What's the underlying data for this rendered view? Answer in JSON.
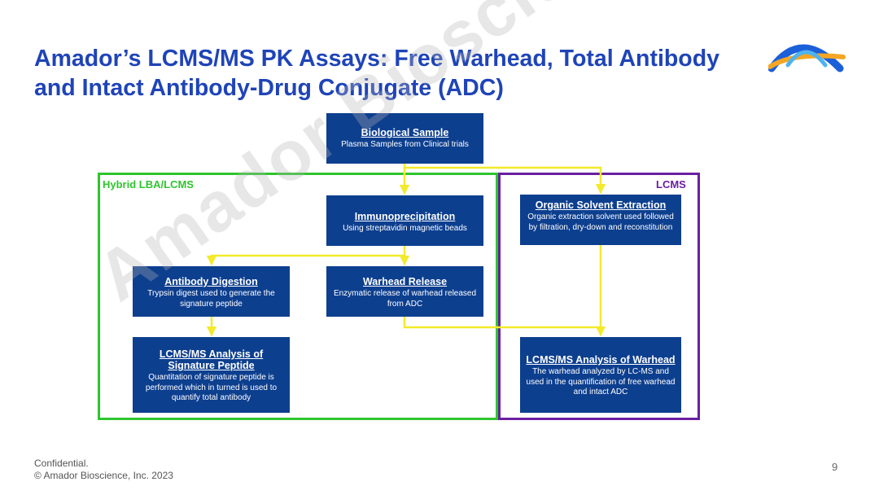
{
  "slide": {
    "title": "Amador’s LCMS/MS PK Assays: Free Warhead, Total Antibody and Intact Antibody-Drug Conjugate (ADC)",
    "logo_icon": "arch-logo-icon",
    "watermark": "Amador Bioscience",
    "footer_confidential": "Confidential.",
    "footer_copyright": "© Amador Bioscience, Inc. 2023",
    "page_number": "9"
  },
  "regions": {
    "hybrid_label": "Hybrid LBA/LCMS",
    "lcms_label": "LCMS"
  },
  "colors": {
    "title": "#1f44b8",
    "box_fill": "#0d3f8f",
    "connector": "#f2ea2a",
    "hybrid_border": "#2ec52e",
    "lcms_border": "#6a1fa0"
  },
  "nodes": {
    "biological_sample": {
      "heading": "Biological Sample",
      "detail": "Plasma Samples from Clinical trials"
    },
    "immunoprecipitation": {
      "heading": "Immunoprecipitation",
      "detail": "Using streptavidin magnetic beads"
    },
    "organic_solvent": {
      "heading": "Organic Solvent Extraction",
      "detail": "Organic extraction solvent used followed by filtration, dry-down and reconstitution"
    },
    "antibody_digestion": {
      "heading": "Antibody Digestion",
      "detail": "Trypsin digest used to generate the signature peptide"
    },
    "warhead_release": {
      "heading": "Warhead Release",
      "detail": "Enzymatic release of warhead released from ADC"
    },
    "lcms_signature": {
      "heading": "LCMS/MS Analysis of Signature Peptide",
      "detail": "Quantitation of signature peptide is performed which in turned is used to quantify total antibody"
    },
    "lcms_warhead": {
      "heading": "LCMS/MS Analysis of Warhead",
      "detail": "The warhead analyzed by LC-MS and used in the quantification of free warhead and intact ADC"
    }
  }
}
